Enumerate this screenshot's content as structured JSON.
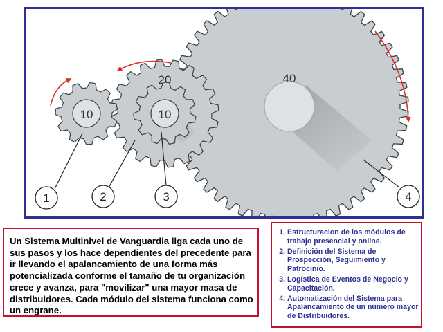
{
  "diagram": {
    "gear_labels": {
      "gear1": "10",
      "gear2": "20",
      "gear3": "10",
      "gear4": "40"
    },
    "callouts": [
      "1",
      "2",
      "3",
      "4"
    ],
    "colors": {
      "frame_border": "#2e3192",
      "gear_fill": "#c8cdd1",
      "gear_stroke": "#3a3f44",
      "arrow": "#d9322a"
    }
  },
  "description": {
    "text": "Un Sistema Multinivel de Vanguardia liga cada uno de sus pasos y los hace dependientes del precedente para ir llevando el apalancamiento de una forma más potencializada conforme el tamaño de tu organización crece y avanza, para \"movilizar\" una mayor masa de distribuidores. Cada módulo del sistema funciona como un engrane.",
    "border_color": "#c8102e"
  },
  "modules": {
    "items": [
      "Estructuracion de los módulos de trabajo presencial y online.",
      "Definición del Sistema de Prospección, Seguimiento y Patrocinio.",
      "Logística de Eventos de Negocio y Capacitación.",
      "Automatización del Sistema para Apalancamiento de un número mayor de Distribuidores."
    ],
    "text_color": "#2e3192",
    "border_color": "#c8102e"
  }
}
